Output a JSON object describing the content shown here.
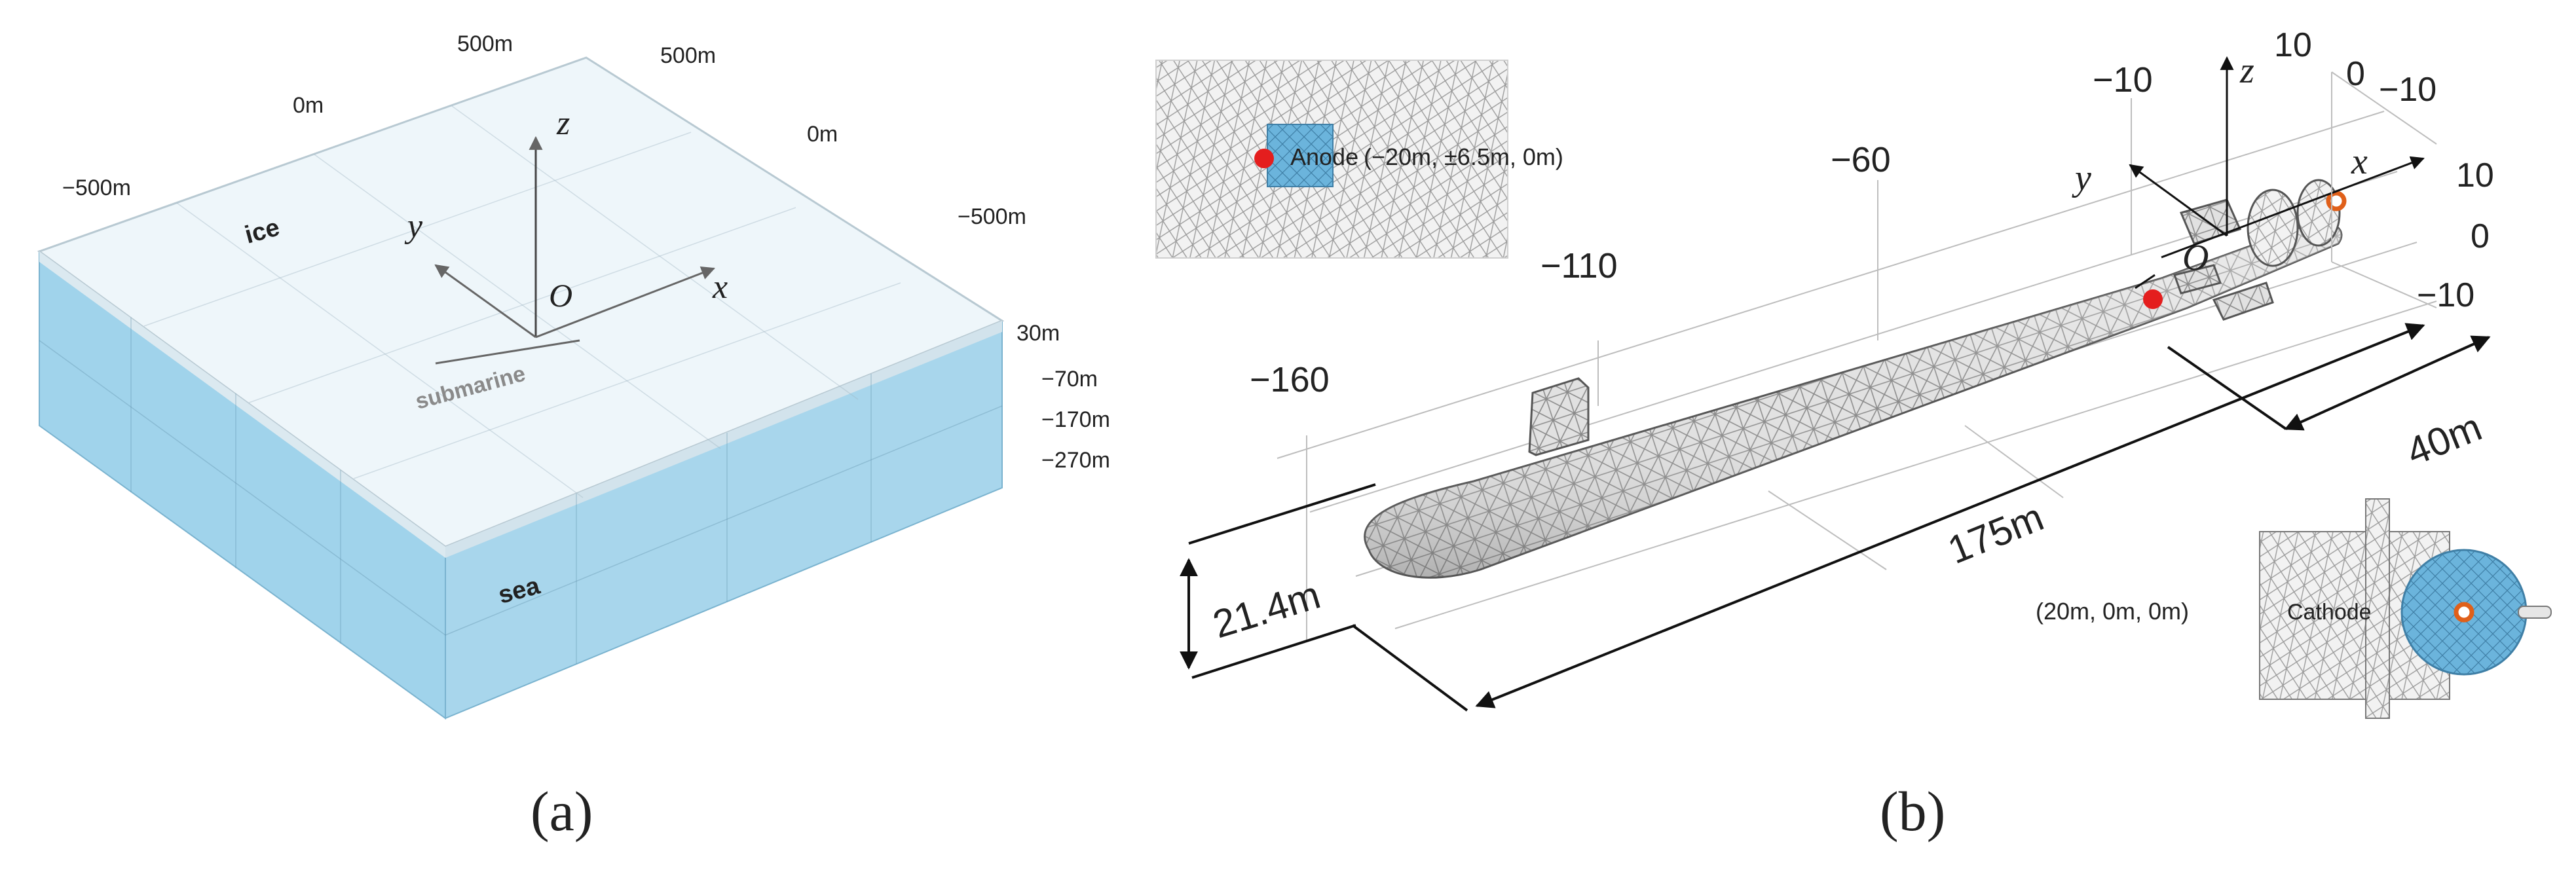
{
  "panel_a": {
    "caption": "(a)",
    "labels": {
      "ice": "ice",
      "sea": "sea",
      "submarine": "submarine",
      "x": "x",
      "y": "y",
      "z": "z",
      "origin": "O"
    },
    "ticks": {
      "neg500_left": "−500m",
      "zero_left": "0m",
      "pos500_back": "500m",
      "pos500_right_back": "500m",
      "zero_right": "0m",
      "neg500_right": "−500m"
    },
    "depths": [
      "30m",
      "−70m",
      "−170m",
      "−270m"
    ],
    "colors": {
      "ice": "#eef6fa",
      "sea_front": "#8fcbe8",
      "sea_right": "#9ed1ea"
    }
  },
  "panel_b": {
    "caption": "(b)",
    "axis_labels": {
      "x": "x",
      "y": "y",
      "z": "z",
      "origin": "O"
    },
    "x_ticks": [
      "−160",
      "−110",
      "−60",
      "−10"
    ],
    "tail_ticks": {
      "top_10": "10",
      "top_0": "0",
      "top_neg10": "−10",
      "right_10": "10",
      "right_0": "0",
      "right_neg10": "−10"
    },
    "dimensions": {
      "length": "175m",
      "diameter": "21.4m",
      "tail": "40m"
    },
    "anode_inset": {
      "label": "Anode",
      "coords": "(−20m,  ±6.5m,  0m)"
    },
    "cathode_inset": {
      "label": "Cathode",
      "coords": "(20m,  0m,  0m)"
    },
    "colors": {
      "anode": "#e41e1e",
      "cathode_ring": "#e0601a",
      "electrode_blue": "#6bb4dc",
      "hull": "#d9d9d9"
    }
  }
}
